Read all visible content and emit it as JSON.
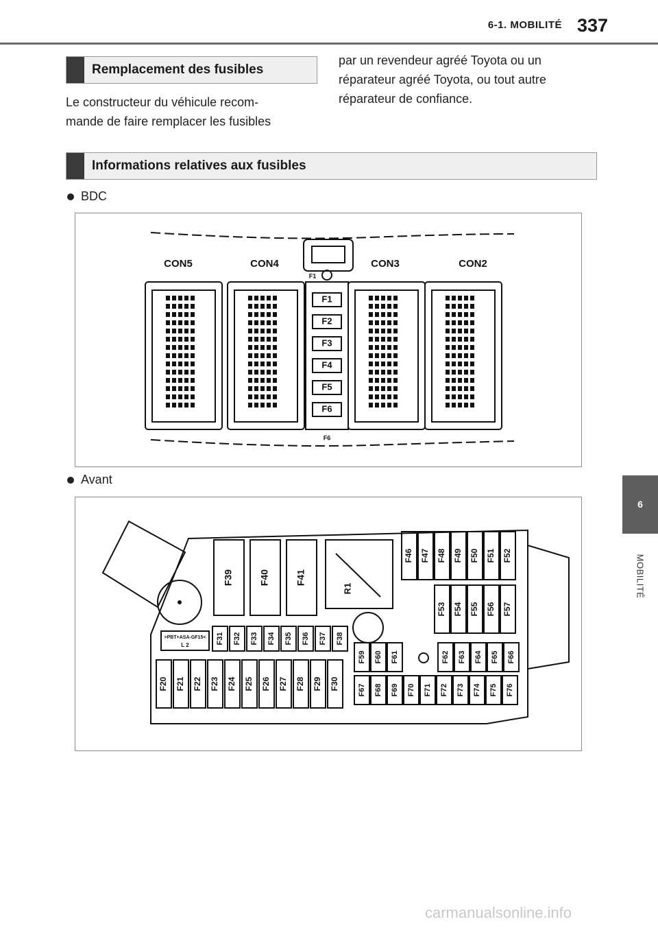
{
  "header": {
    "section": "6-1. MOBILITÉ",
    "page_number": "337"
  },
  "side_tab": {
    "number": "6",
    "label": "MOBILITÉ"
  },
  "section1": {
    "title": "Remplacement des fusibles",
    "left_text_line1": "Le constructeur du véhicule recom-",
    "left_text_line2": "mande de faire remplacer les fusibles",
    "right_text_line1": "par un revendeur agréé Toyota ou un",
    "right_text_line2": "réparateur agréé Toyota, ou tout autre",
    "right_text_line3": "réparateur de confiance."
  },
  "section2": {
    "title": "Informations relatives aux fusibles"
  },
  "bdc": {
    "label": "BDC",
    "connectors": [
      "CON5",
      "CON4",
      "CON3",
      "CON2"
    ],
    "fuses": [
      "F1",
      "F2",
      "F3",
      "F4",
      "F5",
      "F6"
    ],
    "pin_labels": [
      "F1",
      "F6"
    ]
  },
  "avant": {
    "label": "Avant",
    "large_fuses": [
      "F39",
      "F40",
      "F41"
    ],
    "relay": "R1",
    "top_right_fuses": [
      "F46",
      "F47",
      "F48",
      "F49",
      "F50",
      "F51",
      "F52"
    ],
    "mid_right_fuses": [
      "F53",
      "F54",
      "F55",
      "F56",
      "F57"
    ],
    "mid_row_fuses": [
      "F31",
      "F32",
      "F33",
      "F34",
      "F35",
      "F36",
      "F37",
      "F38"
    ],
    "bottom_left_fuses": [
      "F20",
      "F21",
      "F22",
      "F23",
      "F24",
      "F25",
      "F26",
      "F27",
      "F28",
      "F29",
      "F30"
    ],
    "small_upper_fuses": [
      "F59",
      "F60",
      "F61",
      "F62",
      "F63",
      "F64",
      "F65",
      "F66"
    ],
    "small_lower_fuses": [
      "F67",
      "F68",
      "F69",
      "F70",
      "F71",
      "F72",
      "F73",
      "F74",
      "F75",
      "F76"
    ],
    "sticker_line1": ">PBT+ASA-GF15<",
    "sticker_line2": "L 2"
  },
  "watermark": "carmanualsonline.info"
}
